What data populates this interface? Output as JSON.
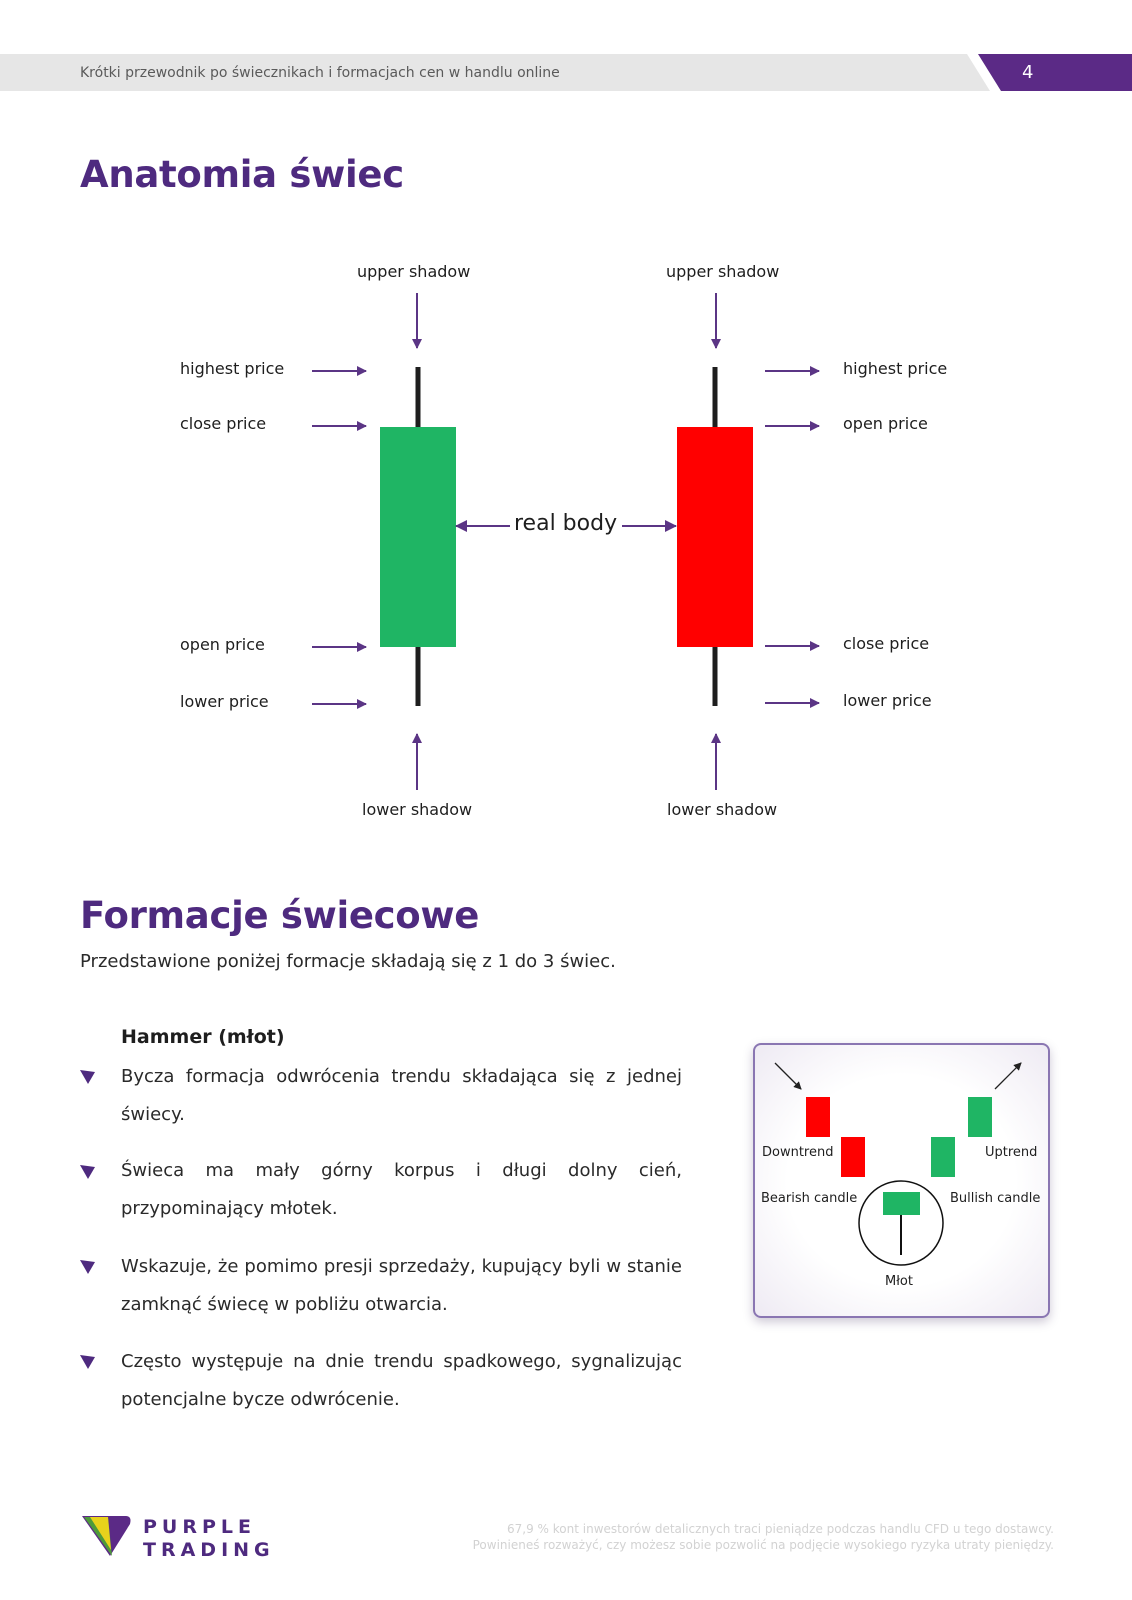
{
  "header": {
    "title": "Krótki przewodnik po świecznikach i formacjach cen w handlu online",
    "page_number": "4"
  },
  "anatomy": {
    "heading": "Anatomia świec",
    "bullish_candle": {
      "upper_shadow": "upper shadow",
      "highest_price": "highest price",
      "close_price": "close price",
      "open_price": "open price",
      "lower_price": "lower price",
      "lower_shadow": "lower shadow",
      "color": "#1fb564"
    },
    "bearish_candle": {
      "upper_shadow": "upper shadow",
      "highest_price": "highest price",
      "open_price": "open price",
      "close_price": "close price",
      "lower_price": "lower price",
      "lower_shadow": "lower shadow",
      "color": "#ff0000"
    },
    "real_body": "real body"
  },
  "patterns": {
    "heading": "Formacje świecowe",
    "intro": "Przedstawione poniżej formacje składają się z 1 do 3 świec.",
    "hammer": {
      "title": "Hammer (młot)",
      "bullets": [
        "Bycza formacja odwrócenia trendu składająca się z jednej świecy.",
        "Świeca ma mały górny korpus i długi dolny cień, przypominający młotek.",
        "Wskazuje, że pomimo presji sprzedaży, kupujący byli w stanie zamknąć świecę w pobliżu otwarcia.",
        "Często występuje na dnie trendu spadkowego, sygnalizując potencjalne bycze odwrócenie."
      ],
      "illustration": {
        "downtrend": "Downtrend",
        "uptrend": "Uptrend",
        "bearish_candle": "Bearish candle",
        "bullish_candle": "Bullish candle",
        "hammer": "Młot"
      }
    }
  },
  "footer": {
    "logo_line1": "PURPLE",
    "logo_line2": "TRADING",
    "disclaimer_line1": "67,9 % kont inwestorów detalicznych traci pieniądze podczas handlu CFD u tego dostawcy.",
    "disclaimer_line2": "Powinieneś rozważyć, czy możesz sobie pozwolić na podjęcie wysokiego ryzyka utraty pieniędzy."
  },
  "colors": {
    "accent": "#4e2a7f",
    "arrow": "#5b3585",
    "bullish": "#1fb564",
    "bearish": "#ff0000"
  }
}
